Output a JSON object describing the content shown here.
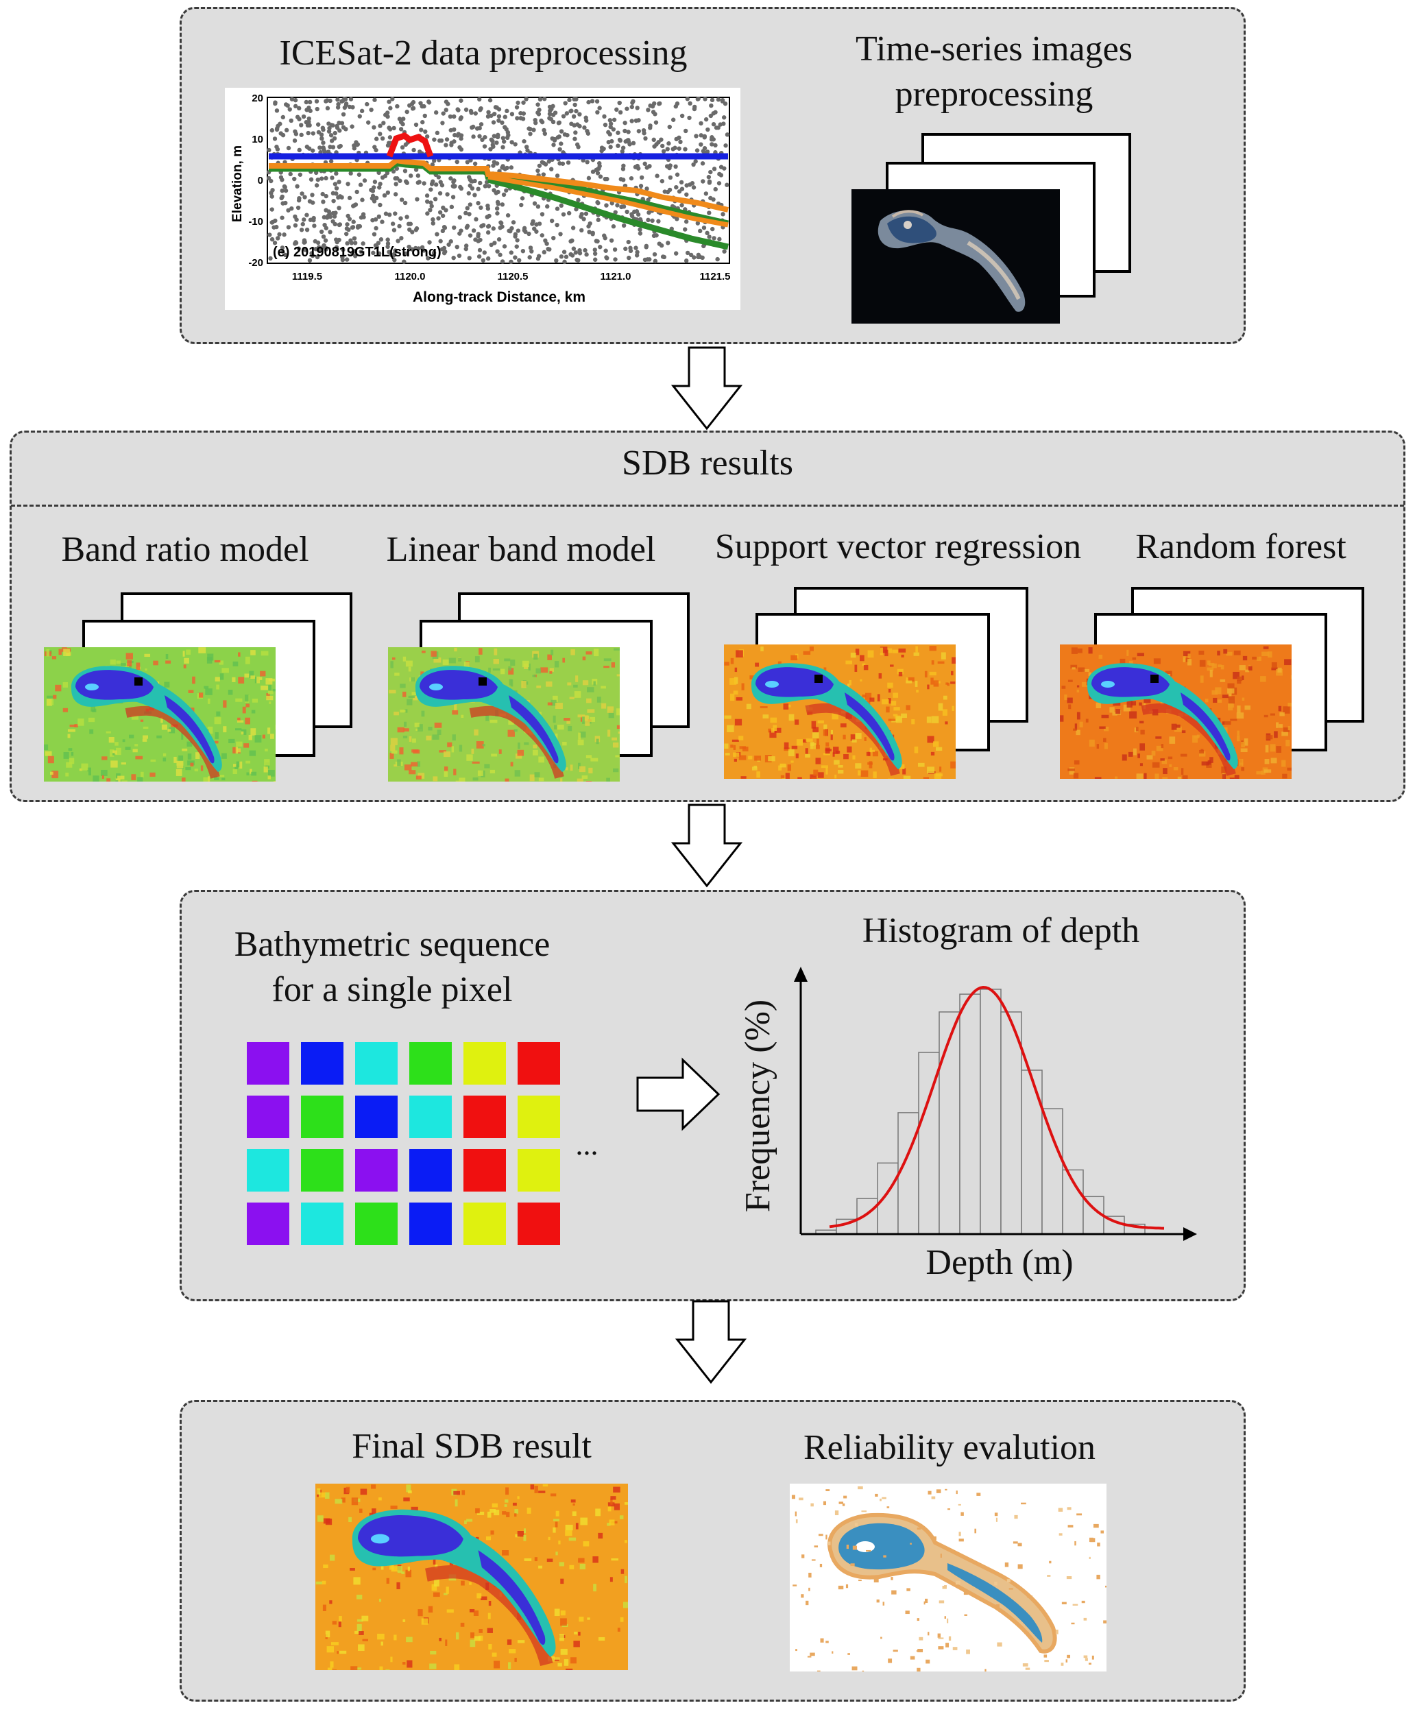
{
  "panel1": {
    "left_title": "ICESat-2 data preprocessing",
    "right_title_line1": "Time-series images",
    "right_title_line2": "preprocessing",
    "plot": {
      "ylabel": "Elevation, m",
      "xlabel": "Along-track Distance, km",
      "annotation": "(e) 20190819GT1L(strong)",
      "yticks": [
        "20",
        "10",
        "0",
        "-10",
        "-20"
      ],
      "xticks": [
        "1119.5",
        "1120.0",
        "1120.5",
        "1121.0",
        "1121.5"
      ]
    }
  },
  "panel2": {
    "header": "SDB results",
    "models": [
      "Band ratio model",
      "Linear band model",
      "Support vector regression",
      "Random forest"
    ]
  },
  "panel3": {
    "left_title_line1": "Bathymetric sequence",
    "left_title_line2": "for a single pixel",
    "ellipsis": "...",
    "right_title": "Histogram of depth",
    "xlabel": "Depth (m)",
    "ylabel": "Frequency (%)",
    "grid_colors": [
      [
        "#8b10f0",
        "#0a1cf5",
        "#1de7df",
        "#2de01a",
        "#dff10f",
        "#f01010"
      ],
      [
        "#8b10f0",
        "#2de01a",
        "#0a1cf5",
        "#1de7df",
        "#f01010",
        "#dff10f"
      ],
      [
        "#1de7df",
        "#2de01a",
        "#8b10f0",
        "#0a1cf5",
        "#f01010",
        "#dff10f"
      ],
      [
        "#8b10f0",
        "#1de7df",
        "#2de01a",
        "#0a1cf5",
        "#dff10f",
        "#f01010"
      ]
    ]
  },
  "panel4": {
    "left_title": "Final SDB result",
    "right_title": "Reliability evalution"
  },
  "colors": {
    "panel_bg": "#dedede",
    "curve": "#dd1111",
    "sdb_green": "#8cd24a",
    "sdb_orange": "#f08a1a",
    "island_blue": "#3a2fd8",
    "reliability_blue": "#3a8fc0",
    "reliability_tan": "#e8a860"
  }
}
